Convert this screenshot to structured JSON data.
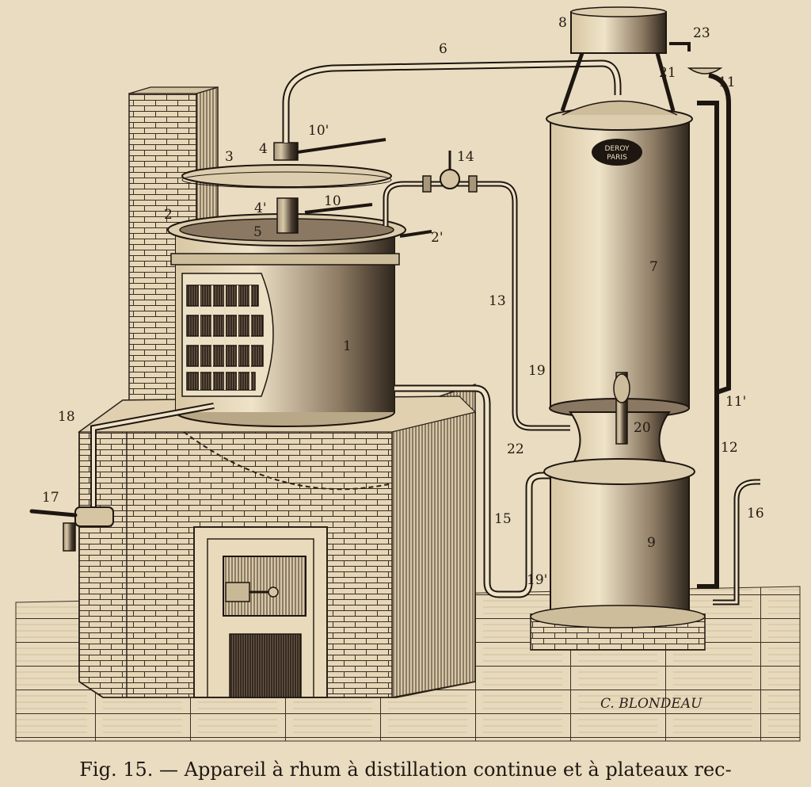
{
  "figure": {
    "labels": {
      "l1": "1",
      "l2": "2",
      "l2p": "2'",
      "l3": "3",
      "l4": "4",
      "l4p": "4'",
      "l5": "5",
      "l6": "6",
      "l7": "7",
      "l8": "8",
      "l9": "9",
      "l10": "10",
      "l10p": "10'",
      "l11": "11",
      "l11p": "11'",
      "l12": "12",
      "l13": "13",
      "l14": "14",
      "l15": "15",
      "l16": "16",
      "l17": "17",
      "l18": "18",
      "l19": "19",
      "l19p": "19'",
      "l20": "20",
      "l21": "21",
      "l22": "22",
      "l23": "23"
    },
    "plate_line1": "DEROY",
    "plate_line2": "PARIS",
    "signature": "C. BLONDEAU"
  },
  "caption": "Fig. 15. — Appareil à rhum à distillation continue et à plateaux rec-"
}
